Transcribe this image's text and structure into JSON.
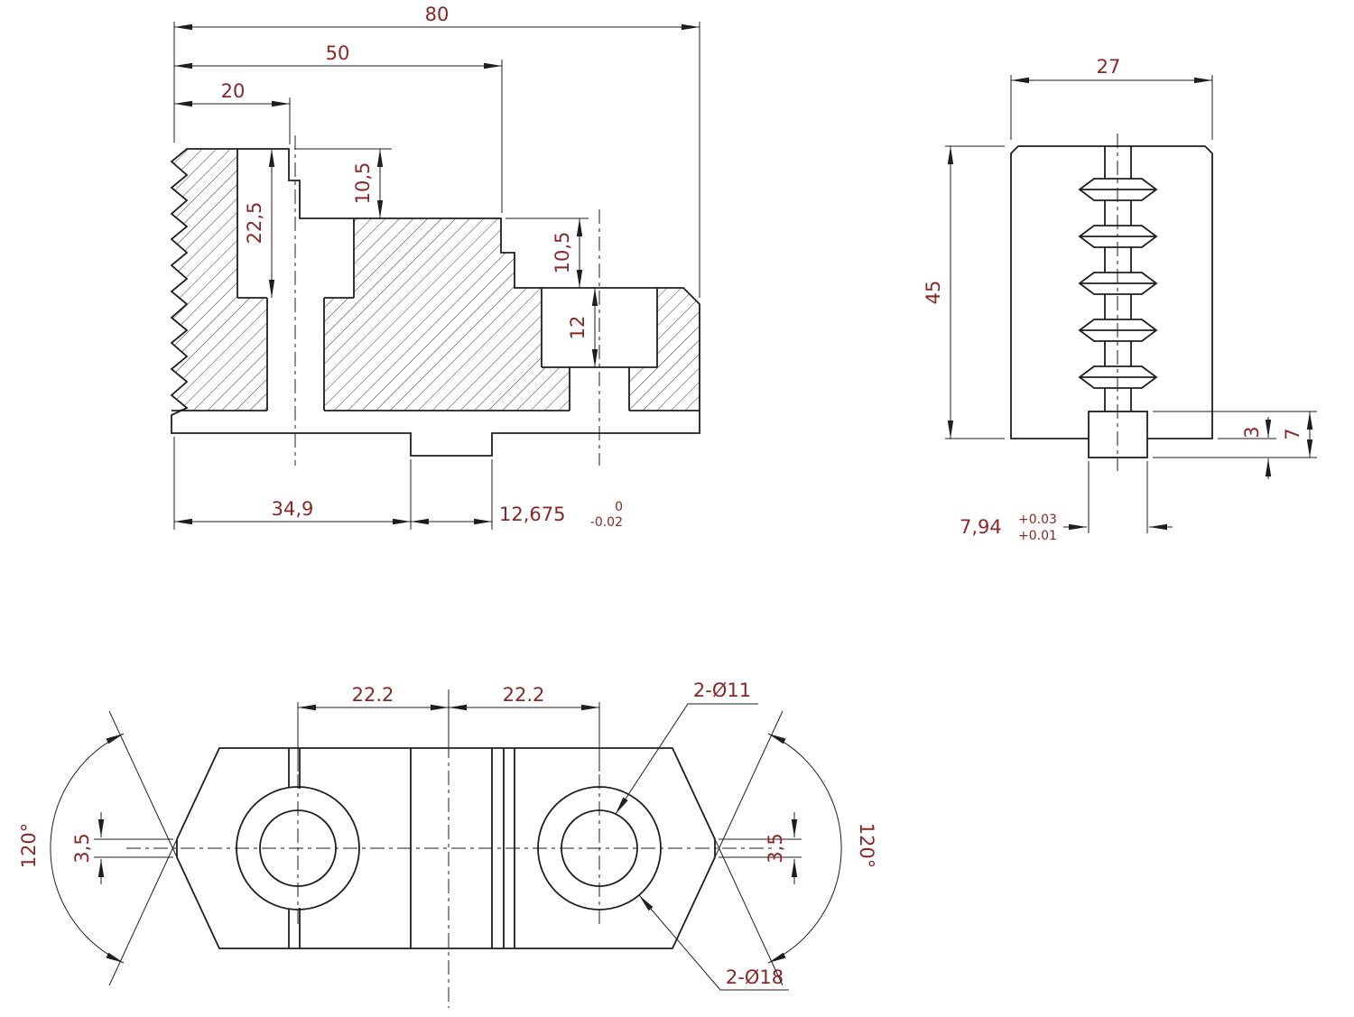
{
  "colors": {
    "background": "#ffffff",
    "line": "#1e1e1e",
    "dim_text": "#8b2626"
  },
  "side_view": {
    "dim_80": "80",
    "dim_50": "50",
    "dim_20": "20",
    "dim_10_5_upper": "10,5",
    "dim_22_5": "22,5",
    "dim_10_5_lower": "10,5",
    "dim_12": "12",
    "dim_34_9": "34,9",
    "dim_12_675": "12,675",
    "dim_12_675_tol_upper": "0",
    "dim_12_675_tol_lower": "-0.02"
  },
  "end_view": {
    "dim_27": "27",
    "dim_45": "45",
    "dim_3": "3",
    "dim_7": "7",
    "dim_7_94": "7,94",
    "dim_7_94_tol_upper": "+0.03",
    "dim_7_94_tol_lower": "+0.01"
  },
  "plan_view": {
    "dim_22_2_left": "22.2",
    "dim_22_2_right": "22.2",
    "dim_holes_small": "2-Ø11",
    "dim_holes_large": "2-Ø18",
    "dim_angle_left": "120°",
    "dim_angle_right": "120°",
    "dim_flat_left": "3,5",
    "dim_flat_right": "3,5"
  }
}
